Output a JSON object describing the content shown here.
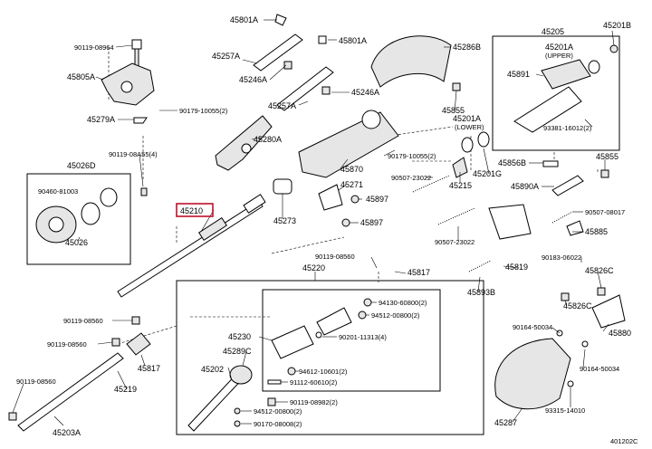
{
  "highlight_color": "#c0102a",
  "highlighted_part": "45210",
  "figure_code": "401202C",
  "labels": {
    "p45801A_top": "45801A",
    "p45801A_mid": "45801A",
    "p45205": "45205",
    "p45201B": "45201B",
    "p90119_08964": "90119-08964",
    "p45257A_1": "45257A",
    "p45286B": "45286B",
    "p45201A_upper": "45201A",
    "upper": "(UPPER)",
    "p45805A": "45805A",
    "p45246A_1": "45246A",
    "p45891": "45891",
    "p45246A_2": "45246A",
    "p45257A_2": "45257A",
    "p45279A": "45279A",
    "p90179_10055_a": "90179-10055(2)",
    "p45855_1": "45855",
    "p45201A_lower": "45201A",
    "lower": "(LOWER)",
    "p93381": "93381-16012(2)",
    "p45280A": "45280A",
    "p90119_08A55": "90119-08A55(4)",
    "p90179_10055_b": "90179-10055(2)",
    "p45026D": "45026D",
    "p45870": "45870",
    "p45201G": "45201G",
    "p45856B": "45856B",
    "p45855_2": "45855",
    "p90507_23022_a": "90507-23022",
    "p45271": "45271",
    "p45215": "45215",
    "p45890A": "45890A",
    "p90460": "90460-81003",
    "p45897_1": "45897",
    "p45210": "45210",
    "p90507_08017": "90507-08017",
    "p45273": "45273",
    "p45897_2": "45897",
    "p45885": "45885",
    "p45026": "45026",
    "p90507_23022_b": "90507-23022",
    "p90119_08560_top": "90119-08560",
    "p90183_06022": "90183-06022",
    "p45220": "45220",
    "p45817_1": "45817",
    "p45819": "45819",
    "p45826C_1": "45826C",
    "p45893B": "45893B",
    "p94130": "94130-60800(2)",
    "p94512_a": "94512-00800(2)",
    "p45826C_2": "45826C",
    "p90119_08560_l1": "90119-08560",
    "p45230": "45230",
    "p90201": "90201-11313(4)",
    "p90164_50034_a": "90164-50034",
    "p45880": "45880",
    "p90119_08560_l2": "90119-08560",
    "p45289C": "45289C",
    "p45202": "45202",
    "p45817_2": "45817",
    "p94612": "94612-10601(2)",
    "p90164_50034_b": "90164-50034",
    "p91112": "91112-60610(2)",
    "p90119_08560_l3": "90119-08560",
    "p45219": "45219",
    "p90119_08982": "90119-08982(2)",
    "p93315": "93315-14010",
    "p94512_b": "94512-00800(2)",
    "p45287": "45287",
    "p45203A": "45203A",
    "p90170": "90170-08008(2)"
  }
}
